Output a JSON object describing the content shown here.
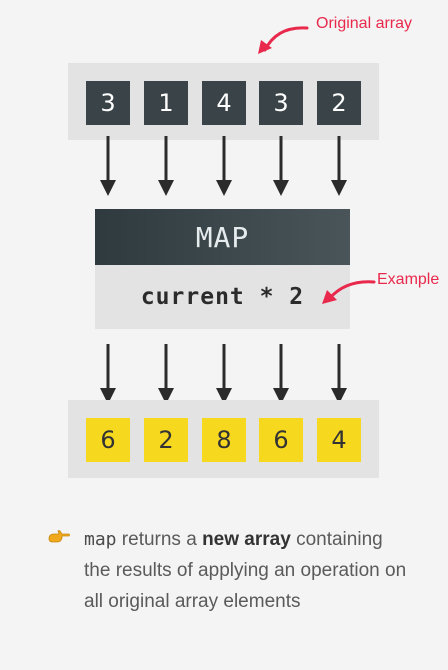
{
  "labels": {
    "original_array": "Original array",
    "example": "Example"
  },
  "original_array": [
    "3",
    "1",
    "4",
    "3",
    "2"
  ],
  "map": {
    "title": "MAP",
    "expression": "current * 2"
  },
  "result_array": [
    "6",
    "2",
    "8",
    "6",
    "4"
  ],
  "note": {
    "icon": "pointing-hand-icon",
    "code_word": "map",
    "text_1": " returns a ",
    "bold": "new array",
    "text_2": " containing the results of applying an operation on all original array elements"
  },
  "colors": {
    "accent_red": "#e8294c",
    "dark_cell": "#3a4448",
    "yellow_cell": "#f6d91f"
  }
}
